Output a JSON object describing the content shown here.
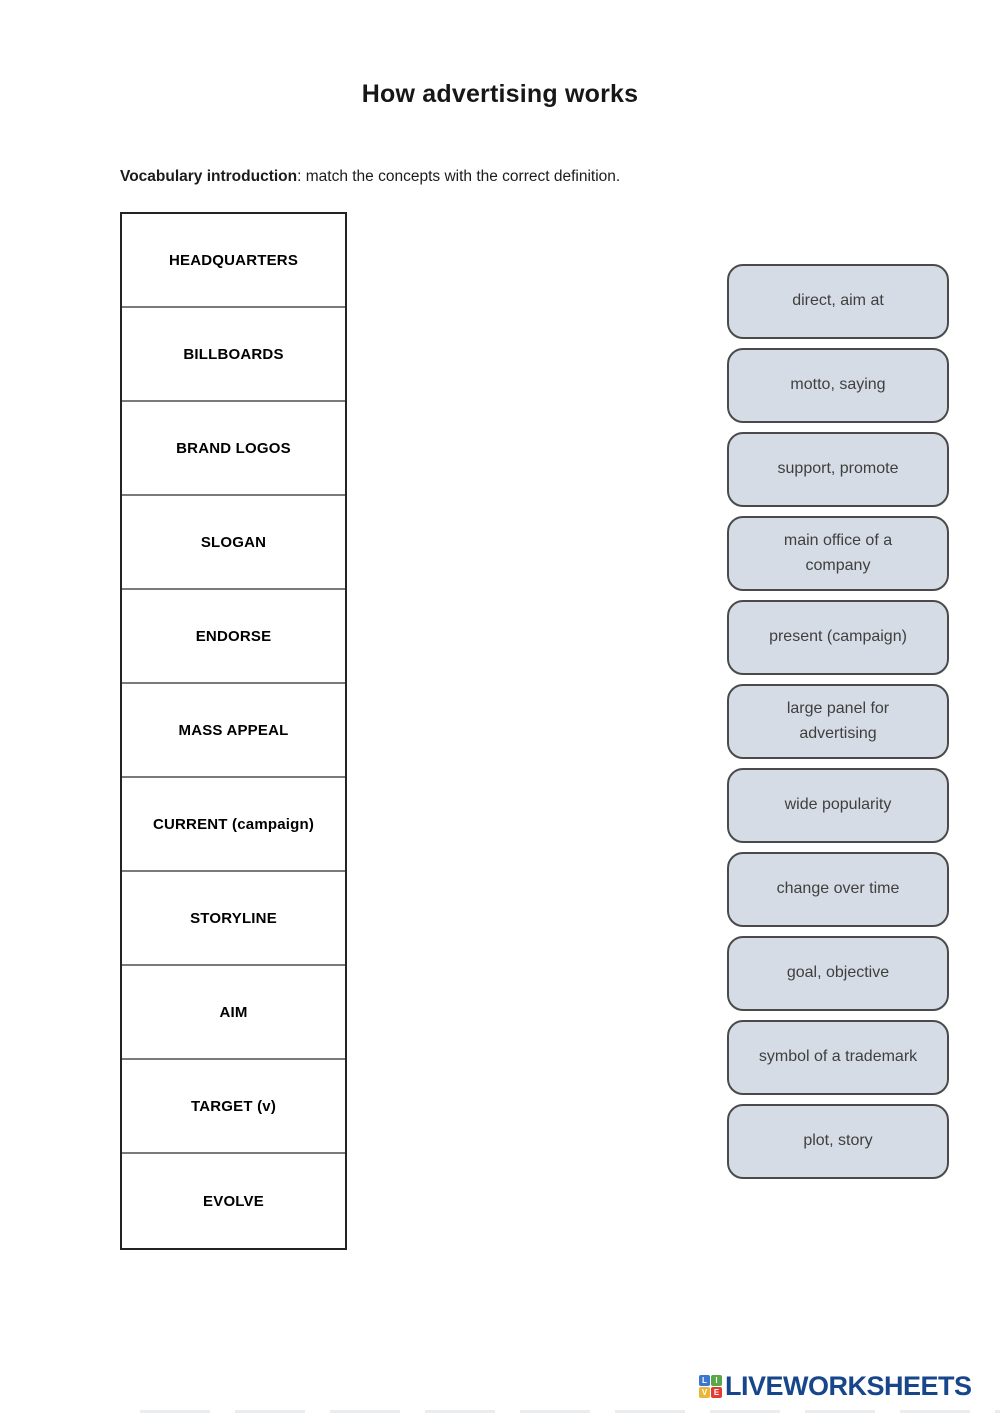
{
  "page": {
    "title": "How advertising works",
    "instruction_bold": "Vocabulary introduction",
    "instruction_rest": ": match the concepts with the correct definition."
  },
  "concepts": [
    "HEADQUARTERS",
    "BILLBOARDS",
    "BRAND LOGOS",
    "SLOGAN",
    "ENDORSE",
    "MASS APPEAL",
    "CURRENT (campaign)",
    "STORYLINE",
    "AIM",
    "TARGET (v)",
    "EVOLVE"
  ],
  "definitions": [
    "direct, aim at",
    "motto, saying",
    "support, promote",
    "main office of a company",
    "present (campaign)",
    "large panel for advertising",
    "wide popularity",
    "change over time",
    "goal, objective",
    "symbol of a trademark",
    "plot, story"
  ],
  "colors": {
    "definition_box_fill": "#d6dce5",
    "definition_box_border": "#4a4a4a",
    "table_outer_border": "#232323",
    "table_row_divider": "#7a7a7a",
    "logo_text_color": "#17468b"
  },
  "logo": {
    "text": "LIVEWORKSHEETS",
    "tiles": [
      {
        "letter": "L",
        "color": "#3b76d1"
      },
      {
        "letter": "I",
        "color": "#58a846"
      },
      {
        "letter": "V",
        "color": "#e8b73a"
      },
      {
        "letter": "E",
        "color": "#e03c31"
      }
    ]
  }
}
